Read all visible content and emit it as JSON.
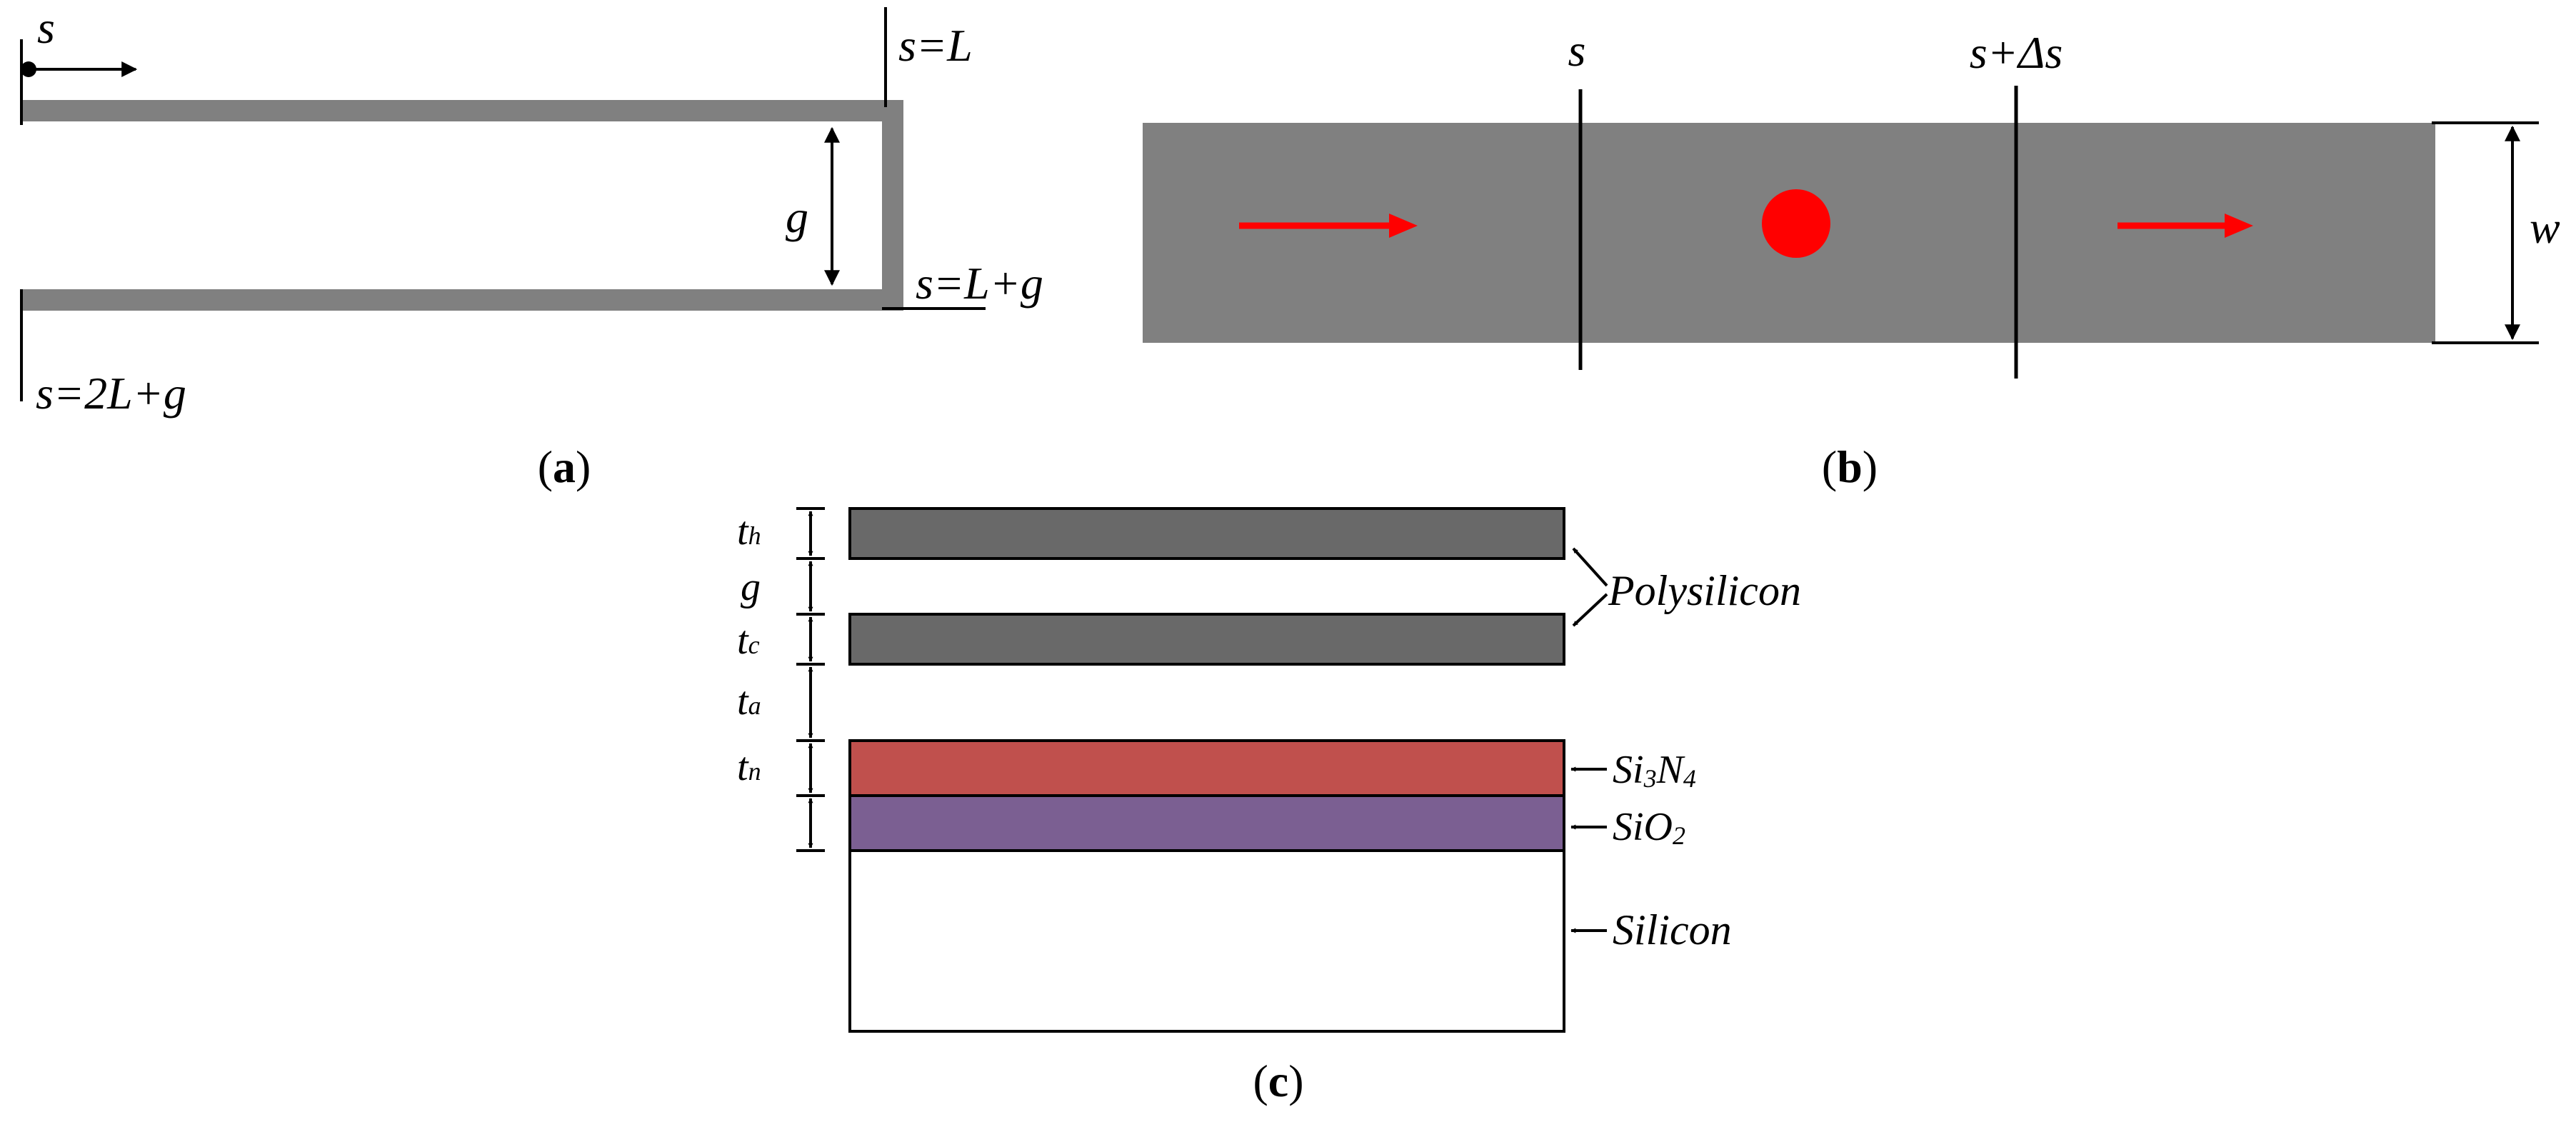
{
  "panel_a": {
    "caption_letter": "a",
    "labels": {
      "s_start": "s",
      "s_L": "s=L",
      "s_Lg": "s=L+g",
      "s_2Lg": "s=2L+g",
      "gap": "g"
    }
  },
  "panel_b": {
    "caption_letter": "b",
    "labels": {
      "s": "s",
      "s_ds": "s+Δs",
      "w": "w"
    },
    "colors": {
      "strip": "#808080",
      "arrow": "#ff0000",
      "dot": "#ff0000"
    }
  },
  "panel_c": {
    "caption_letter": "c",
    "thickness_labels": {
      "th": {
        "base": "t",
        "sub": "h"
      },
      "g": "g",
      "tc": {
        "base": "t",
        "sub": "c"
      },
      "ta": {
        "base": "t",
        "sub": "a"
      },
      "tn": {
        "base": "t",
        "sub": "n"
      }
    },
    "layer_labels": {
      "polysilicon": "Polysilicon",
      "si3n4": {
        "p1": "Si",
        "s1": "3",
        "p2": "N",
        "s2": "4"
      },
      "sio2": {
        "p1": "SiO",
        "s1": "2"
      },
      "silicon": "Silicon"
    },
    "colors": {
      "polysilicon": "#696969",
      "si3n4": "#c0504d",
      "sio2": "#7b5f92",
      "silicon": "#ffffff"
    }
  }
}
